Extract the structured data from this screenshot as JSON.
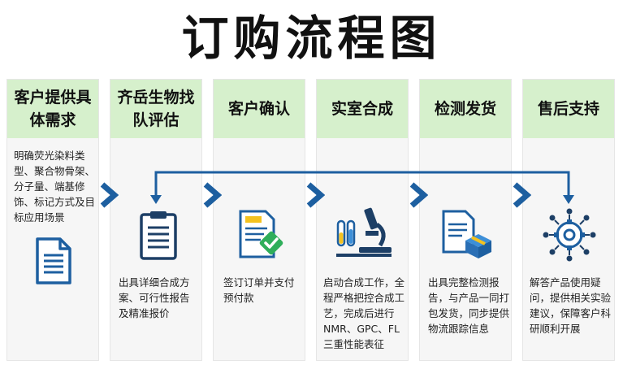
{
  "title": "订购流程图",
  "steps": [
    {
      "heading": "客户提供具体需求",
      "description": "明确荧光染料类型、聚合物骨架、分子量、端基修饰、标记方式及目标应用场景",
      "icon": "document-icon"
    },
    {
      "heading": "齐岳生物找队评估",
      "description": "出具详细合成方案、可行性报告及精准报价",
      "icon": "clipboard-icon"
    },
    {
      "heading": "客户确认",
      "description": "签订订单并支付预付款",
      "icon": "signed-contract-icon"
    },
    {
      "heading": "实室合成",
      "description": "启动合成工作，全程严格把控合成工艺，完成后进行NMR、GPC、FL三重性能表征",
      "icon": "microscope-icon"
    },
    {
      "heading": "检测发货",
      "description": "出具完整检测报告，与产品一同打包发货，同步提供物流跟踪信息",
      "icon": "report-package-icon"
    },
    {
      "heading": "售后支持",
      "description": "解答产品使用疑问，提供相关实验建议，保障客户科研顺利开展",
      "icon": "gear-network-icon"
    }
  ],
  "colors": {
    "accent": "#1d5fa0",
    "header_bg": "#d6f0cc",
    "card_bg": "#f6f6f6",
    "test_tube_yellow": "#f4c21f",
    "test_tube_blue": "#3d8fd8"
  }
}
